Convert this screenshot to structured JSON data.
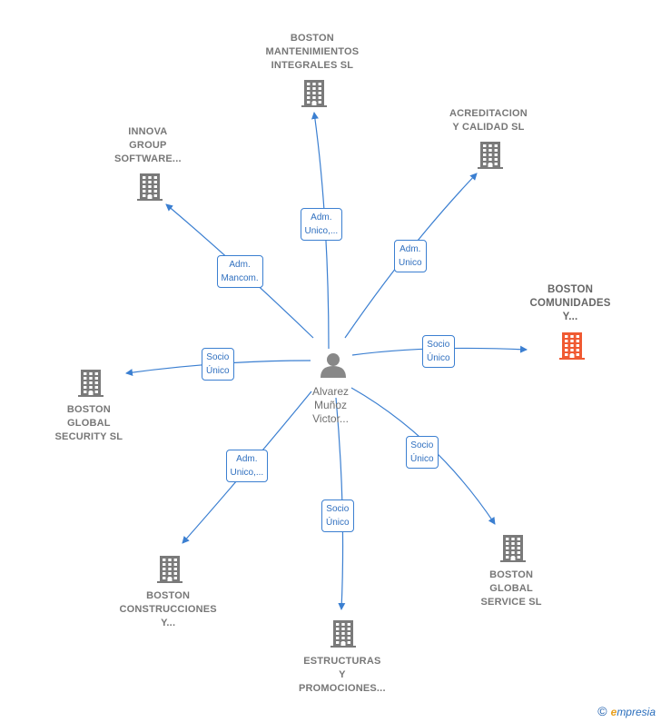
{
  "colors": {
    "edge": "#3b7fd1",
    "building": "#7a7a7a",
    "highlight": "#f05a32",
    "person": "#888888"
  },
  "center": {
    "label_lines": [
      "Alvarez",
      "Muñoz",
      "Victor..."
    ],
    "icon": "person-icon"
  },
  "nodes": [
    {
      "id": "boston-mantenimientos",
      "label_lines": [
        "BOSTON",
        "MANTENIMIENTOS",
        "INTEGRALES SL"
      ],
      "icon": "building-icon",
      "highlight": false
    },
    {
      "id": "acreditacion",
      "label_lines": [
        "ACREDITACION",
        "Y CALIDAD SL"
      ],
      "icon": "building-icon",
      "highlight": false
    },
    {
      "id": "innova",
      "label_lines": [
        "INNOVA",
        "GROUP",
        "SOFTWARE..."
      ],
      "icon": "building-icon",
      "highlight": false
    },
    {
      "id": "boston-comunidades",
      "label_lines": [
        "BOSTON",
        "COMUNIDADES",
        "Y..."
      ],
      "icon": "building-icon",
      "highlight": true
    },
    {
      "id": "boston-global-security",
      "label_lines": [
        "BOSTON",
        "GLOBAL",
        "SECURITY  SL"
      ],
      "icon": "building-icon",
      "highlight": false
    },
    {
      "id": "boston-construcciones",
      "label_lines": [
        "BOSTON",
        "CONSTRUCCIONES",
        "Y..."
      ],
      "icon": "building-icon",
      "highlight": false
    },
    {
      "id": "estructuras",
      "label_lines": [
        "ESTRUCTURAS",
        "Y",
        "PROMOCIONES..."
      ],
      "icon": "building-icon",
      "highlight": false
    },
    {
      "id": "boston-global-service",
      "label_lines": [
        "BOSTON",
        "GLOBAL",
        "SERVICE  SL"
      ],
      "icon": "building-icon",
      "highlight": false
    }
  ],
  "relations": [
    {
      "target": "boston-mantenimientos",
      "label_lines": [
        "Adm.",
        "Unico,..."
      ]
    },
    {
      "target": "acreditacion",
      "label_lines": [
        "Adm.",
        "Unico"
      ]
    },
    {
      "target": "innova",
      "label_lines": [
        "Adm.",
        "Mancom."
      ]
    },
    {
      "target": "boston-comunidades",
      "label_lines": [
        "Socio",
        "Único"
      ]
    },
    {
      "target": "boston-global-security",
      "label_lines": [
        "Socio",
        "Único"
      ]
    },
    {
      "target": "boston-construcciones",
      "label_lines": [
        "Adm.",
        "Unico,..."
      ]
    },
    {
      "target": "estructuras",
      "label_lines": [
        "Socio",
        "Único"
      ]
    },
    {
      "target": "boston-global-service",
      "label_lines": [
        "Socio",
        "Único"
      ]
    }
  ],
  "brand": {
    "copyright": "©",
    "first_letter": "e",
    "rest": "mpresia"
  }
}
